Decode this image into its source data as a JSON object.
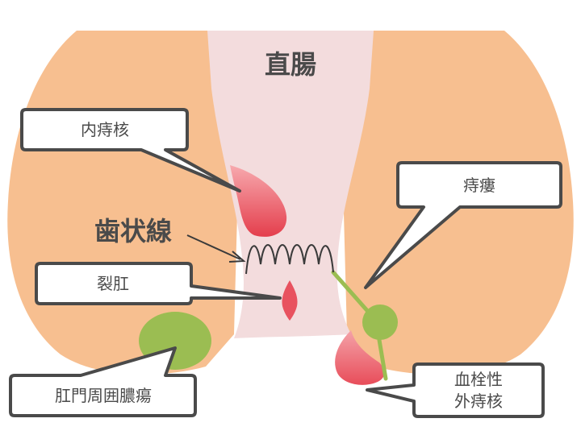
{
  "labels": {
    "rectum": "直腸",
    "dentate_line": "歯状線",
    "internal_hemorrhoid": "内痔核",
    "anal_fistula": "痔瘻",
    "anal_fissure": "裂肛",
    "perianal_abscess": "肛門周囲膿瘍",
    "thrombosed_external_line1": "血栓性",
    "thrombosed_external_line2": "外痔核"
  },
  "colors": {
    "tissue": "#f7bf90",
    "canal": "#f3dcdd",
    "lesion_red": "#e8525f",
    "lesion_green": "#9bbd52",
    "outline": "#4a4a4a"
  }
}
